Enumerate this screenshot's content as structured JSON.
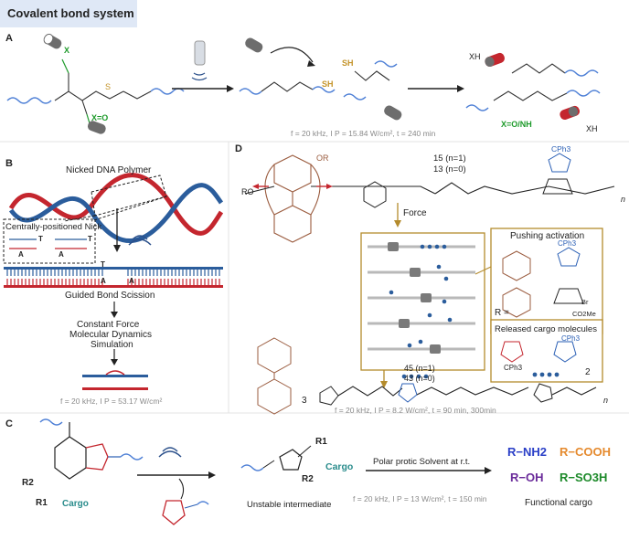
{
  "header": "Covalent bond system",
  "panels": {
    "A": {
      "label": "A",
      "x_eq_o": "X=O",
      "x_eq_onh": "X=O/NH",
      "conditions": "f = 20 kHz, I P = 15.84 W/cm², t = 240 min",
      "atom_x": "X",
      "atom_s": "S",
      "sh": "SH",
      "xh": "XH"
    },
    "B": {
      "label": "B",
      "title": "Nicked DNA Polymer",
      "nick_label": "Centrally-positioned Nick",
      "t_base": "T",
      "a_base": "A",
      "scission": "Guided Bond Scission",
      "md_line1": "Constant Force",
      "md_line2": "Molecular Dynamics",
      "md_line3": "Simulation",
      "conditions": "f = 20 kHz, I P = 53.17 W/cm²"
    },
    "C": {
      "label": "C",
      "r1": "R1",
      "r2": "R2",
      "cargo": "Cargo",
      "intermediate": "Unstable intermediate",
      "solvent": "Polar protic Solvent at r.t.",
      "conditions": "f = 20 kHz, I P = 13 W/cm², t = 150 min",
      "functional": "Functional cargo",
      "groups": [
        "R−NH2",
        "R−COOH",
        "R−OH",
        "R−SO3H"
      ]
    },
    "D": {
      "label": "D",
      "ro": "RO",
      "or": "OR",
      "compound1": "15 (n=1)",
      "compound1b": "13 (n=0)",
      "force": "Force",
      "pushing": "Pushing activation",
      "r_eq": "R =",
      "br": "Br",
      "co2me": "CO2Me",
      "released": "Released cargo molecules",
      "cph3": "CPh3",
      "num2": "2",
      "num3": "3",
      "compound4a": "45 (n=1)",
      "compound4b": "43 (n=0)",
      "n": "n",
      "conditions": "f = 20 kHz, I P = 8.2 W/cm², t = 90 min, 300min"
    }
  }
}
